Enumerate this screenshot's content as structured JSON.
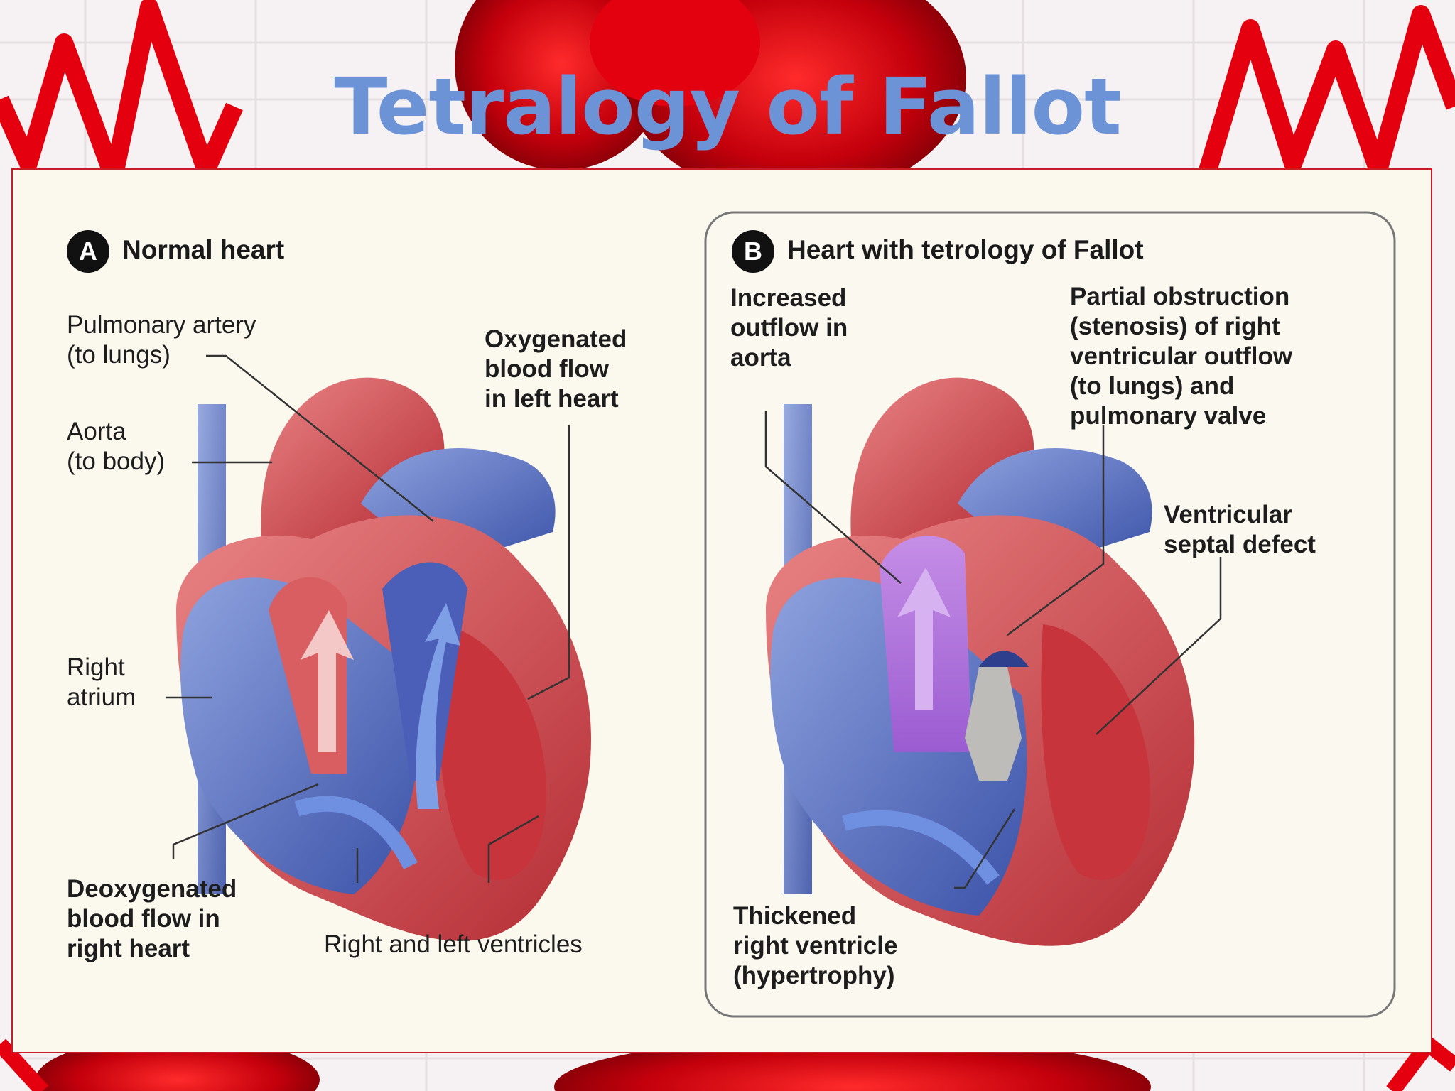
{
  "slide": {
    "title": "Tetralogy of Fallot"
  },
  "panel_a": {
    "badge": "A",
    "heading": "Normal heart",
    "labels": {
      "pulmonary_artery": "Pulmonary artery\n(to lungs)",
      "aorta": "Aorta\n(to body)",
      "right_atrium": "Right\natrium",
      "oxygenated_flow": "Oxygenated\nblood flow\nin left heart",
      "deoxygenated_flow": "Deoxygenated\nblood flow in\nright heart",
      "ventricles": "Right and left ventricles"
    }
  },
  "panel_b": {
    "badge": "B",
    "heading": "Heart with tetrology of Fallot",
    "labels": {
      "increased_outflow": "Increased\noutflow in\naorta",
      "partial_obstruction": "Partial obstruction\n(stenosis) of right\nventricular outflow\n(to lungs) and\npulmonary valve",
      "vsd": "Ventricular\nseptal defect",
      "thickened_rv": "Thickened\nright ventricle\n(hypertrophy)"
    }
  },
  "colors": {
    "title": "#6b93d6",
    "oxygenated": "#d8484e",
    "deoxygenated": "#4a62b8",
    "panel_border": "#c91c2a"
  }
}
